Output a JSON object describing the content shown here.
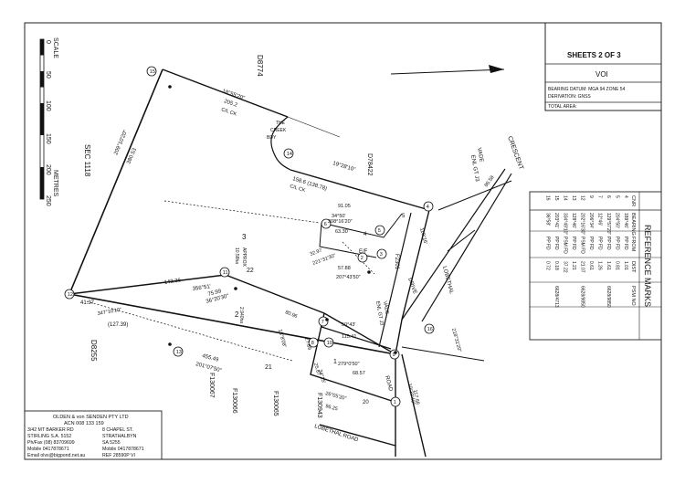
{
  "scale": {
    "label": "SCALE",
    "ticks": [
      "0",
      "50",
      "100",
      "150",
      "200",
      "250"
    ],
    "unit": "METRES"
  },
  "title_block": {
    "sheets": "SHEETS 2 OF 3",
    "volume": "VOI",
    "bearing_datum": "BEARING DATUM: MGA 94 ZONE 54",
    "derivation": "DERIVATION: GNSS",
    "total_area": "TOTAL AREA:"
  },
  "reference_marks": {
    "title": "REFERENCE MARKS",
    "headers": [
      "CNR",
      "BEARING",
      "FROM",
      "DIST",
      "PSM NO"
    ],
    "rows": [
      [
        "4",
        "189°46'",
        "PP FD",
        "1.01",
        ""
      ],
      [
        "5",
        "204°50'",
        "PP FD",
        "0.81",
        ""
      ],
      [
        "6",
        "129°57'20\"",
        "PP FD",
        "1.61",
        "6628/9850"
      ],
      [
        "7",
        "12°46'",
        "PP FD",
        "1.26",
        ""
      ],
      [
        "9",
        "206°34'",
        "PP FD",
        "0.61",
        ""
      ],
      [
        "12",
        "202°16'30\"",
        "PSM FD",
        "21.07",
        "6628/9850"
      ],
      [
        "13",
        "128°46'",
        "PP FD",
        "1.21",
        ""
      ],
      [
        "14",
        "334°49'10\"",
        "PSM FD",
        "37.22",
        ""
      ],
      [
        "15",
        "203°41'",
        "PP FD",
        "0.18",
        "6628/4713"
      ],
      [
        "16",
        "36°58'",
        "PP FD",
        "0.72",
        ""
      ]
    ]
  },
  "company": {
    "name": "OLDEN & von SENDEN PTY LTD",
    "acn": "ACN 008 133 159",
    "addr1_left": "3/42 MT BARKER RD",
    "addr1_right": "8 CHAPEL ST.",
    "addr2_left": "STIRLING S.A. 5152",
    "addr2_right": "STRATHALBYN",
    "addr3_left": "Ph/Fax (08) 83709699",
    "addr3_right": "SA 5255",
    "mobile_left": "Mobile 0417878671",
    "mobile_right": "Mobile 0417878671",
    "email": "Email olvs@bigpond.net.au",
    "ref": "REF 28590P VI"
  },
  "plan": {
    "parcels": [
      "D8774",
      "SEC 1118",
      "D78422",
      "D8255",
      "F130067",
      "F130066",
      "F130065",
      "F130943",
      "F2301",
      "F3084"
    ],
    "roads": [
      "CRESCENT",
      "VADE",
      "ENL GT J3",
      "DRIVE",
      "LOBETHAL",
      "LOBETHAL ROAD",
      "ROAD"
    ],
    "creek": [
      "THE",
      "CREEK",
      "BDY",
      "C/L CK"
    ],
    "lots": [
      "3",
      "2",
      "1",
      "4",
      "5",
      "21",
      "22",
      "20"
    ],
    "area_lot3": "10.58ha",
    "area_lot3_note": "APPROX",
    "area_lot2": "2.940ha",
    "easement": "E/F",
    "corners": [
      "1",
      "2",
      "3",
      "4",
      "5",
      "6",
      "7",
      "8",
      "9",
      "10",
      "11",
      "12",
      "13",
      "14",
      "15",
      "16"
    ],
    "dims": {
      "top_bearing": "18°55'20\"",
      "top_dist": "205.2",
      "top_cl": "C/L CK",
      "left_bearing": "209°10'20\"",
      "left_dist": "380.53",
      "mid_bearing": "19°28'10\"",
      "mid_dist": "158.6 (138.78)",
      "mid_cl": "C/L CK",
      "lower_bearing": "36°20'30\"",
      "lower_dist": "75.99",
      "line_356": "356°51'",
      "line_143": "143.36",
      "d4137": "41.37",
      "d34710": "347°10'10\"",
      "d12739": "(127.39)",
      "bottom_bearing": "201°07'50\"",
      "bottom_dist": "455.49",
      "d8096": "80.96",
      "d18808": "18°8'08\"",
      "d1154": "115.41",
      "d5043": "50°43'",
      "d2789": "27.89",
      "d2587": "25.87",
      "d3415": "34°15'",
      "d26052": "26°05'20\"",
      "d9625": "96.25",
      "d1052": "10.52",
      "d27910": "279°0'50\"",
      "d6857": "68.57",
      "d11768": "117.68",
      "d1037": "10°37'40\"",
      "d8757": "87.57",
      "d2207": "220°07'30\"",
      "d3297": "32.97",
      "d2214": "221°31'30\"",
      "d6330": "63.30",
      "d2089": "208°16'20\"",
      "d5788": "57.88",
      "d2074": "207°43'50\"",
      "d9105": "91.05",
      "d1904": "190°00'10\"",
      "d3450": "34°50'",
      "d1102": "110°16'",
      "d6423": "64.23",
      "d9658": "96.58",
      "d2181": "218°31'20\"",
      "d2181b": "108°08'00\"",
      "d1312": "131.71"
    }
  }
}
